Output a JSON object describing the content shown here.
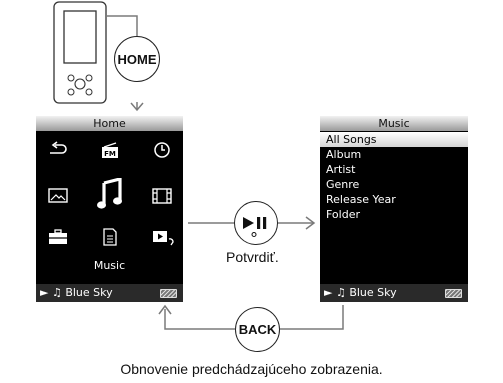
{
  "home_screen": {
    "title": "Home",
    "selected_label": "Music",
    "icons": [
      "shuffle-icon",
      "fm-radio-icon",
      "clock-icon",
      "photo-icon",
      "music-note-icon",
      "video-film-icon",
      "briefcase-icon",
      "podcast-document-icon",
      "video-playback-icon"
    ],
    "now_playing": "► ♫ Blue Sky"
  },
  "music_screen": {
    "title": "Music",
    "items": [
      "All Songs",
      "Album",
      "Artist",
      "Genre",
      "Release Year",
      "Folder"
    ],
    "selected_index": 0,
    "now_playing": "► ♫ Blue Sky"
  },
  "buttons": {
    "home": "HOME",
    "back": "BACK",
    "play_pause_symbol": "►II"
  },
  "captions": {
    "confirm": "Potvrdiť.",
    "back_note": "Obnovenie predchádzajúceho zobrazenia."
  },
  "colors": {
    "title_bar": "#bdbdbd",
    "selection": "#ffffff",
    "screen_bg": "#000000"
  }
}
